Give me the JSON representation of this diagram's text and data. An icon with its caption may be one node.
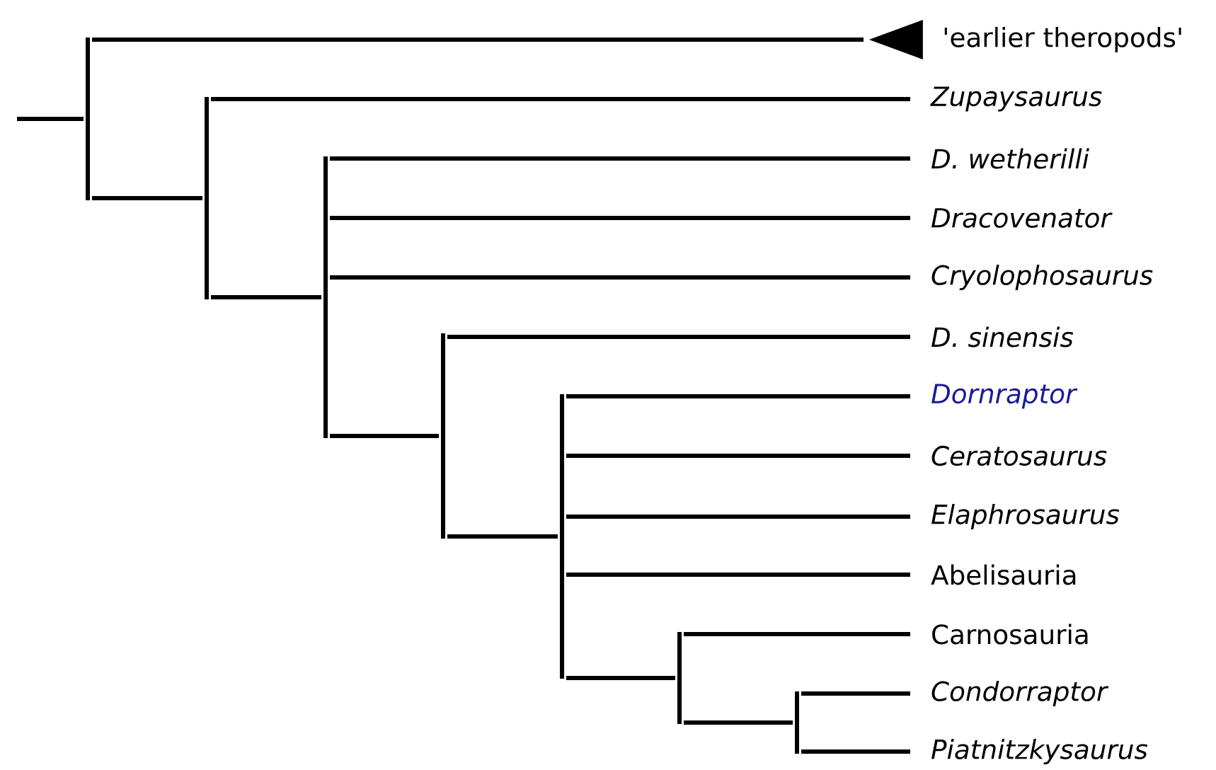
{
  "diagram": {
    "nodes": [
      {
        "text": [],
        "shape": "bar"
      },
      {
        "text": [],
        "shape": "triangle",
        "beside": [
          "'earlier theropods'"
        ]
      },
      {
        "text": [],
        "shape": "bar"
      },
      {
        "text": [
          "Zupaysaurus"
        ]
      },
      {
        "text": [],
        "shape": "bar"
      },
      {
        "text": [
          "D. wetherilli"
        ]
      },
      {
        "text": [
          "Dracovenator"
        ]
      },
      {
        "text": [
          "Cryolophosaurus"
        ]
      },
      {
        "text": [],
        "shape": "bar"
      },
      {
        "text": [
          "D. sinensis"
        ]
      },
      {
        "text": [],
        "shape": "bar"
      },
      {
        "text": [
          "Dornraptor"
        ]
      },
      {
        "text": [
          "Ceratosaurus"
        ]
      },
      {
        "text": [
          "Elaphrosaurus"
        ]
      },
      {
        "text": [
          "Abelisauria"
        ]
      },
      {
        "text": [],
        "shape": "bar"
      },
      {
        "text": [
          "Carnosauria"
        ]
      },
      {
        "text": [],
        "shape": "bar"
      },
      {
        "text": [
          "Condorraptor"
        ]
      },
      {
        "text": [
          "Piatnitzkysaurus"
        ]
      }
    ],
    "edges": [
      {
        "from": null,
        "to": 0,
        "arrow": "none"
      },
      {
        "from": 0,
        "to": 1,
        "arrow": "none"
      },
      {
        "from": 0,
        "to": 2,
        "arrow": "none"
      },
      {
        "from": 2,
        "to": 3,
        "arrow": "none"
      },
      {
        "from": 2,
        "to": 4,
        "arrow": "none"
      },
      {
        "from": 4,
        "to": 5,
        "arrow": "none"
      },
      {
        "from": 4,
        "to": 6,
        "arrow": "none"
      },
      {
        "from": 4,
        "to": 7,
        "arrow": "none"
      },
      {
        "from": 4,
        "to": 8,
        "arrow": "none"
      },
      {
        "from": 8,
        "to": 9,
        "arrow": "none"
      },
      {
        "from": 8,
        "to": 10,
        "arrow": "none"
      },
      {
        "from": 10,
        "to": 11,
        "arrow": "none"
      },
      {
        "from": 10,
        "to": 12,
        "arrow": "none"
      },
      {
        "from": 10,
        "to": 13,
        "arrow": "none"
      },
      {
        "from": 10,
        "to": 14,
        "arrow": "none"
      },
      {
        "from": 10,
        "to": 15,
        "arrow": "none"
      },
      {
        "from": 15,
        "to": 16,
        "arrow": "none"
      },
      {
        "from": 15,
        "to": 17,
        "arrow": "none"
      },
      {
        "from": 17,
        "to": 18,
        "arrow": "none"
      },
      {
        "from": 17,
        "to": 19,
        "arrow": "none"
      }
    ]
  }
}
